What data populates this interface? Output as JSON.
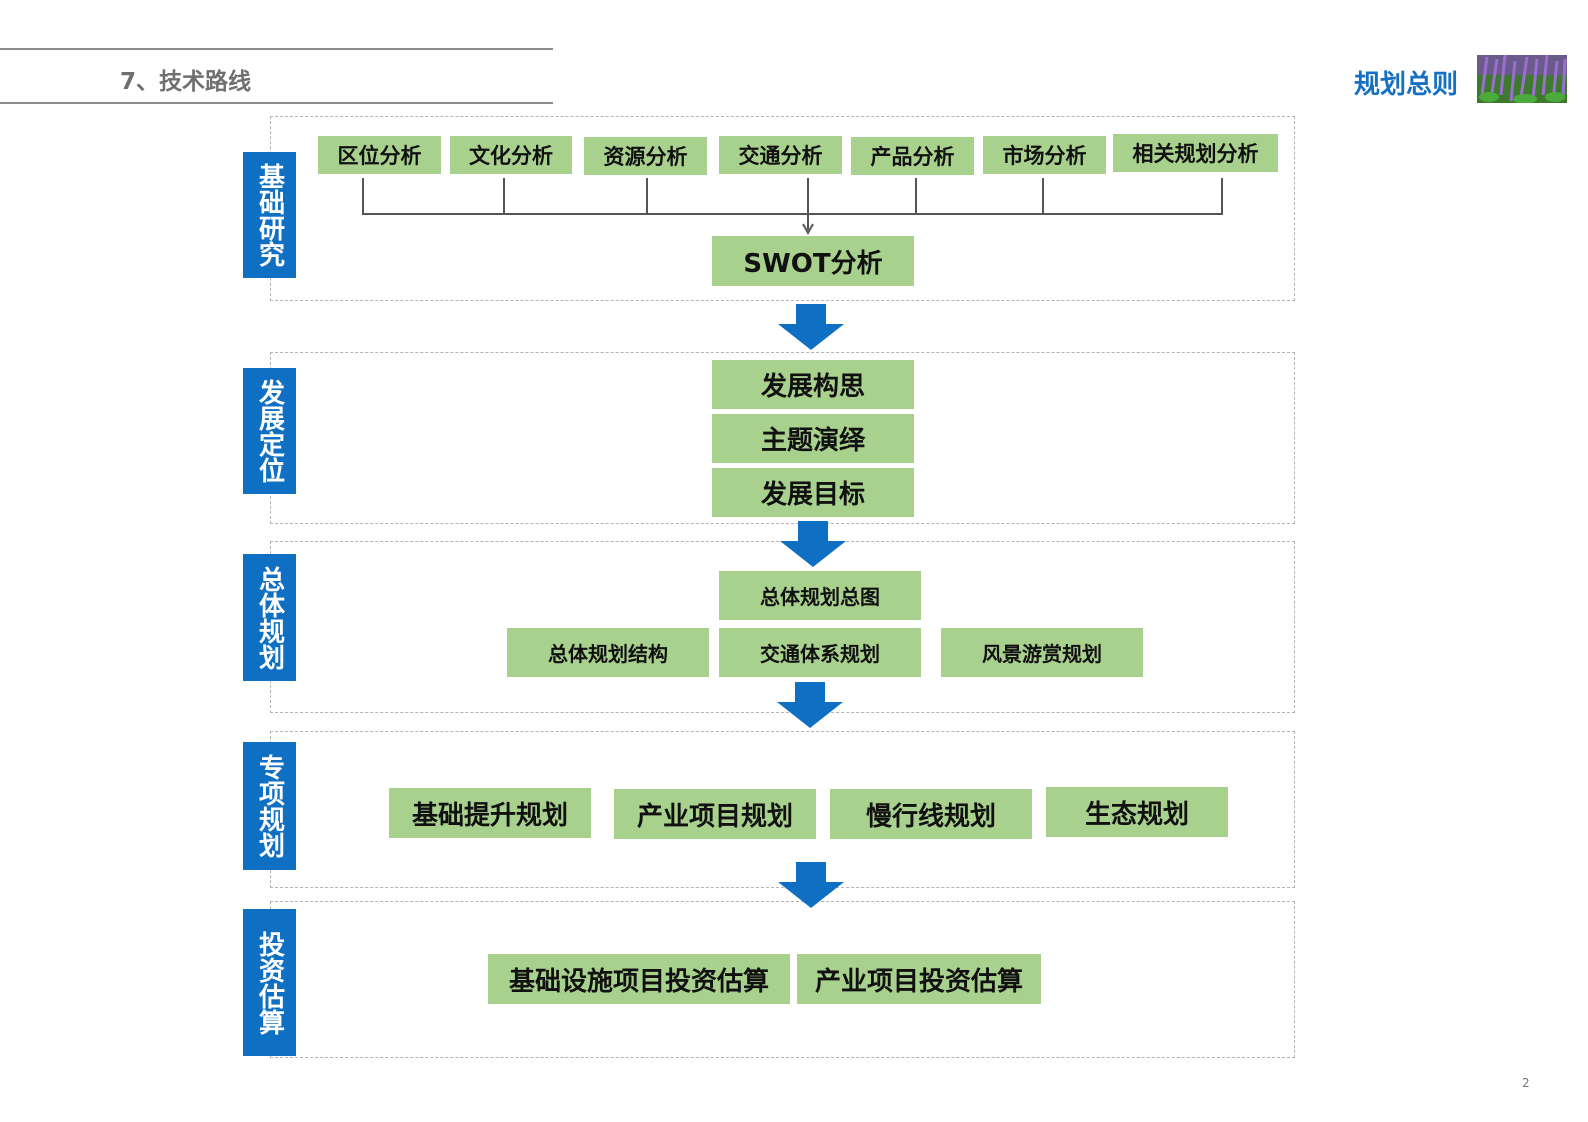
{
  "header": {
    "title": "7、技术路线",
    "brand": "规划总则"
  },
  "colors": {
    "accent_blue": "#0f6fc3",
    "box_green": "#a9d18e",
    "brand_blue": "#1670c2"
  },
  "stages": [
    {
      "label": "基础研究"
    },
    {
      "label": "发展定位"
    },
    {
      "label": "总体规划"
    },
    {
      "label": "专项规划"
    },
    {
      "label": "投资估算"
    }
  ],
  "research": {
    "analyses": [
      "区位分析",
      "文化分析",
      "资源分析",
      "交通分析",
      "产品分析",
      "市场分析",
      "相关规划分析"
    ],
    "swot": "SWOT分析"
  },
  "positioning": {
    "items": [
      "发展构思",
      "主题演绎",
      "发展目标"
    ]
  },
  "master_plan": {
    "top": "总体规划总图",
    "items": [
      "总体规划结构",
      "交通体系规划",
      "风景游赏规划"
    ]
  },
  "special_plan": {
    "items": [
      "基础提升规划",
      "产业项目规划",
      "慢行线规划",
      "生态规划"
    ]
  },
  "investment": {
    "items": [
      "基础设施项目投资估算",
      "产业项目投资估算"
    ]
  },
  "footer": {
    "page_number": "2"
  }
}
